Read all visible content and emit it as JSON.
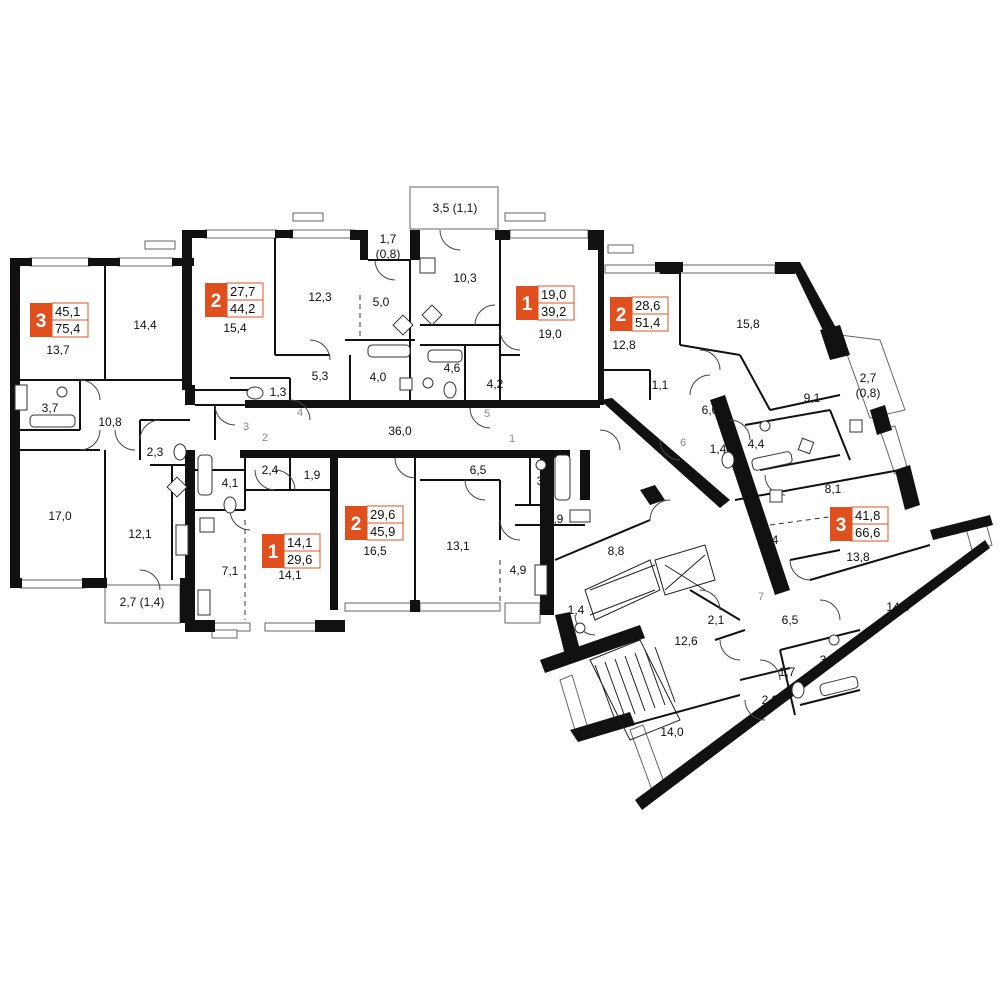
{
  "apartments": [
    {
      "rooms": "3",
      "living": "45,1",
      "total": "75,4"
    },
    {
      "rooms": "2",
      "living": "27,7",
      "total": "44,2"
    },
    {
      "rooms": "1",
      "living": "19,0",
      "total": "39,2"
    },
    {
      "rooms": "2",
      "living": "28,6",
      "total": "51,4"
    },
    {
      "rooms": "1",
      "living": "14,1",
      "total": "29,6"
    },
    {
      "rooms": "2",
      "living": "29,6",
      "total": "45,9"
    },
    {
      "rooms": "3",
      "living": "41,8",
      "total": "66,6"
    }
  ],
  "room_areas": [
    "13,7",
    "14,4",
    "3,7",
    "10,8",
    "17,0",
    "12,1",
    "2,3",
    "2,7 (1,4)",
    "15,4",
    "12,3",
    "5,3",
    "1,3",
    "1,7",
    "(0,8)",
    "5,0",
    "4,0",
    "3,5 (1,1)",
    "10,3",
    "4,6",
    "4,2",
    "19,0",
    "12,8",
    "15,8",
    "1,1",
    "6,0",
    "9,1",
    "2,7",
    "(0,8)",
    "1,4",
    "4,4",
    "36,0",
    "4,1",
    "2,4",
    "1,9",
    "7,1",
    "14,1",
    "16,5",
    "6,5",
    "13,1",
    "3,0",
    "1,9",
    "4,9",
    "8,8",
    "1,4",
    "2,1",
    "12,6",
    "8,1",
    "13,8",
    "2,4",
    "14,0",
    "6,5",
    "3,8",
    "1,7",
    "2,3",
    "14,0"
  ],
  "entrances": [
    "1",
    "2",
    "3",
    "4",
    "5",
    "6",
    "7"
  ]
}
